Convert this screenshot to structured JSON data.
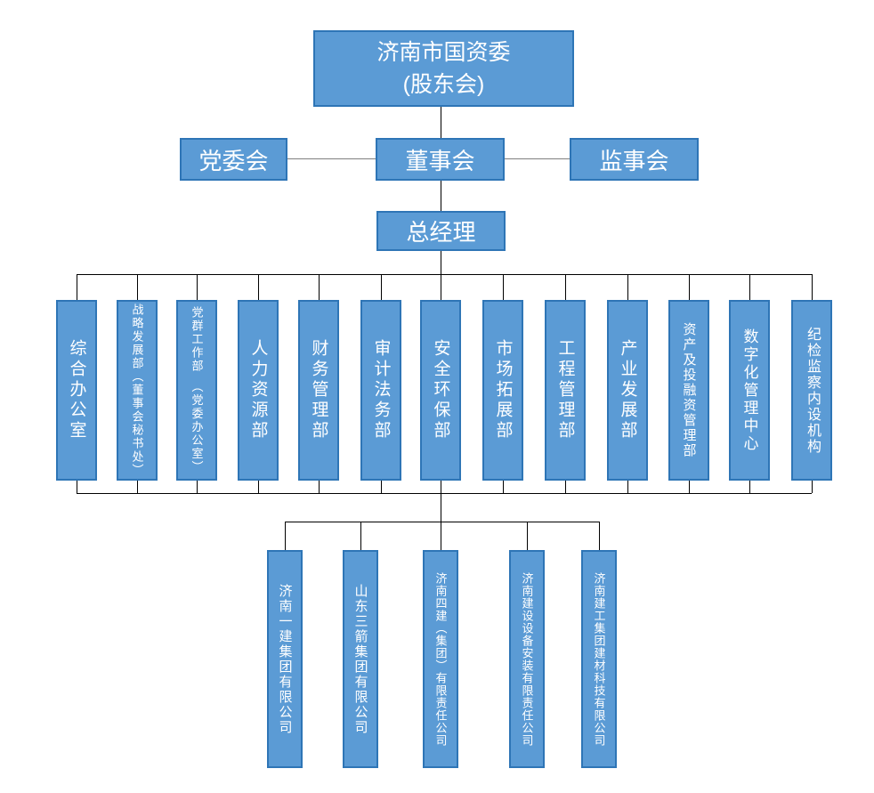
{
  "root": {
    "line1": "济南市国资委",
    "line2": "(股东会)"
  },
  "level2": {
    "party_committee": "党委会",
    "board": "董事会",
    "supervisory_board": "监事会"
  },
  "general_manager": "总经理",
  "departments": [
    "综合办公室",
    "战略发展部（董事会秘书处）",
    "党群工作部　（党委办公室）",
    "人力资源部",
    "财务管理部",
    "审计法务部",
    "安全环保部",
    "市场拓展部",
    "工程管理部",
    "产业发展部",
    "资产及投融资管理部",
    "数字化管理中心",
    "纪检监察内设机构"
  ],
  "subsidiaries": [
    "济南一建集团有限公司",
    "山东三箭集团有限公司",
    "济南四建（集团）有限责任公司",
    "济南建设设备安装有限责任公司",
    "济南建工集团建材科技有限公司"
  ],
  "colors": {
    "box_fill": "#5b9bd5",
    "box_border": "#2e75b6",
    "line": "#000000",
    "sibling_line": "#7f7f7f",
    "text": "#ffffff",
    "background": "#ffffff"
  }
}
